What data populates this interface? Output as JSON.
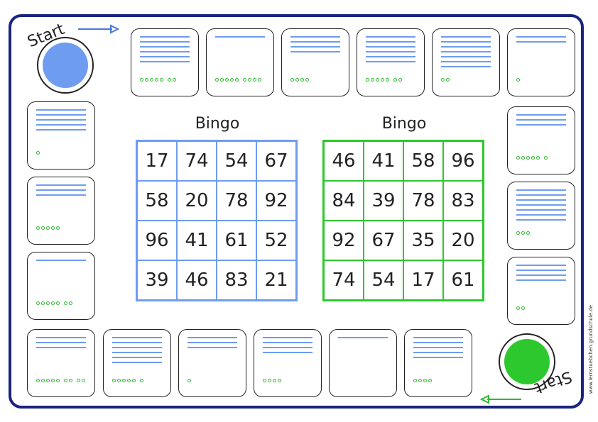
{
  "board": {
    "start_label_top": "Start",
    "start_label_bottom": "Start",
    "credit": "www.lernstuebchen.grundschule.de",
    "colors": {
      "frame": "#1a237e",
      "blue_token": "#6e9cf0",
      "green_token": "#2dc82d"
    }
  },
  "cards": [
    {
      "lines": 6,
      "dots": [
        5,
        2
      ]
    },
    {
      "lines": 1,
      "dots": [
        5,
        4
      ]
    },
    {
      "lines": 4,
      "dots": [
        4
      ]
    },
    {
      "lines": 6,
      "dots": [
        5,
        2
      ]
    },
    {
      "lines": 7,
      "dots": [
        2
      ]
    },
    {
      "lines": 2,
      "dots": [
        1
      ]
    },
    {
      "lines": 3,
      "dots": [
        5,
        1
      ]
    },
    {
      "lines": 7,
      "dots": [
        3
      ]
    },
    {
      "lines": 4,
      "dots": [
        2
      ]
    },
    {
      "lines": 5,
      "dots": [
        4
      ]
    },
    {
      "lines": 1,
      "dots": []
    },
    {
      "lines": 4,
      "dots": [
        4
      ]
    },
    {
      "lines": 3,
      "dots": [
        1
      ]
    },
    {
      "lines": 6,
      "dots": [
        5,
        1
      ]
    },
    {
      "lines": 3,
      "dots": [
        5,
        2,
        2
      ]
    },
    {
      "lines": 1,
      "dots": [
        5,
        2
      ]
    },
    {
      "lines": 3,
      "dots": [
        5
      ]
    },
    {
      "lines": 5,
      "dots": [
        1
      ]
    }
  ],
  "bingo_left": {
    "title": "Bingo",
    "numbers": [
      [
        "17",
        "74",
        "54",
        "67"
      ],
      [
        "58",
        "20",
        "78",
        "92"
      ],
      [
        "96",
        "41",
        "61",
        "52"
      ],
      [
        "39",
        "46",
        "83",
        "21"
      ]
    ]
  },
  "bingo_right": {
    "title": "Bingo",
    "numbers": [
      [
        "46",
        "41",
        "58",
        "96"
      ],
      [
        "84",
        "39",
        "78",
        "83"
      ],
      [
        "92",
        "67",
        "35",
        "20"
      ],
      [
        "74",
        "54",
        "17",
        "61"
      ]
    ]
  }
}
